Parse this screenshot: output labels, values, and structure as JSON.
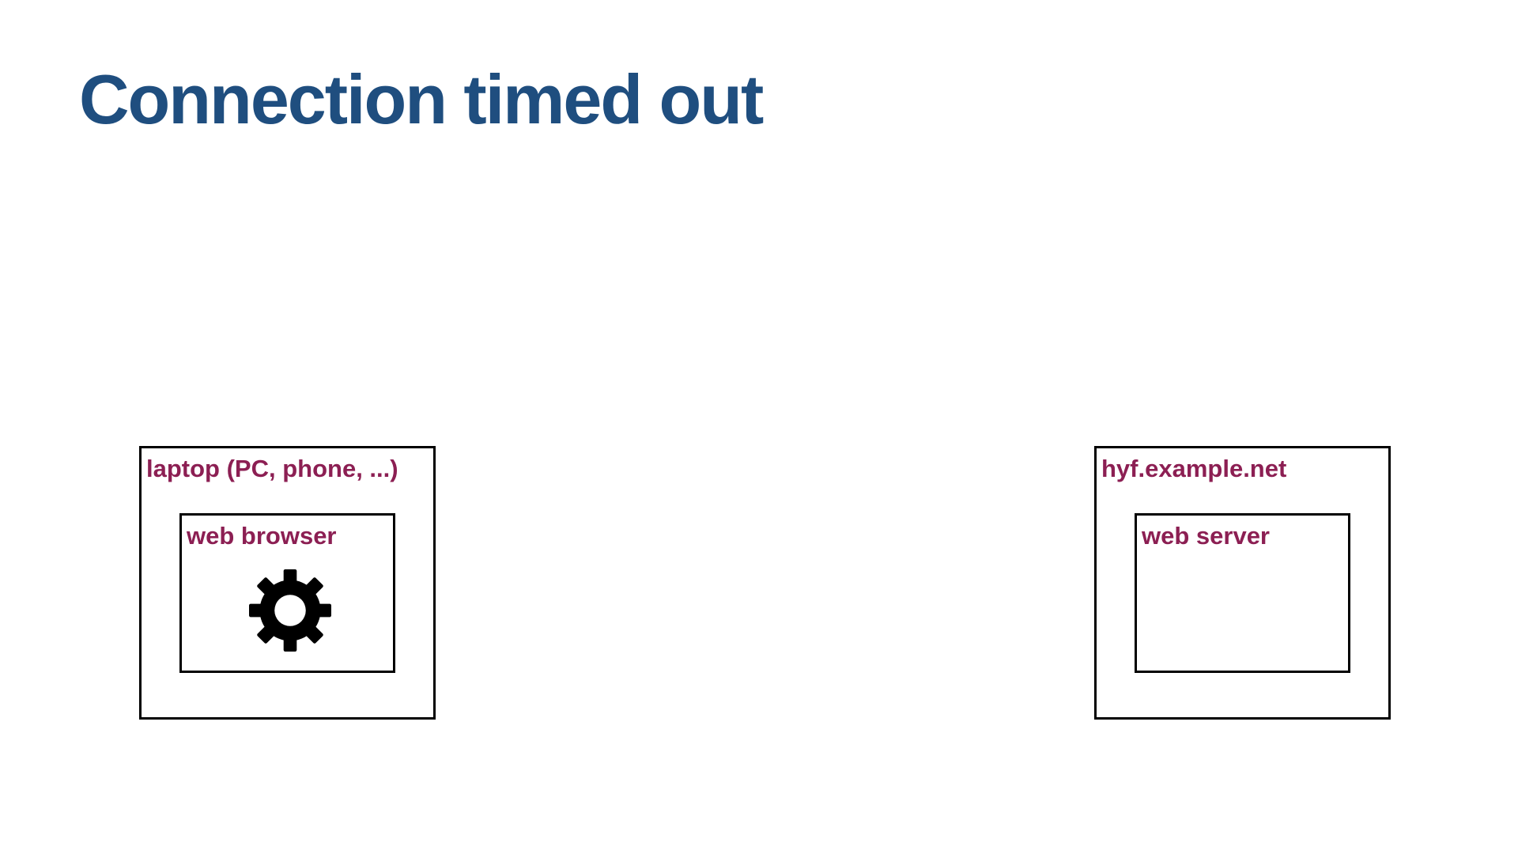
{
  "slide": {
    "title": "Connection timed out"
  },
  "diagram": {
    "client": {
      "label": "laptop (PC, phone, ...)",
      "component": {
        "label": "web browser",
        "icon": "gear-icon"
      }
    },
    "server": {
      "label": "hyf.example.net",
      "component": {
        "label": "web server"
      }
    }
  },
  "colors": {
    "title": "#1f4e7f",
    "label": "#8c1f53",
    "border": "#000000"
  }
}
